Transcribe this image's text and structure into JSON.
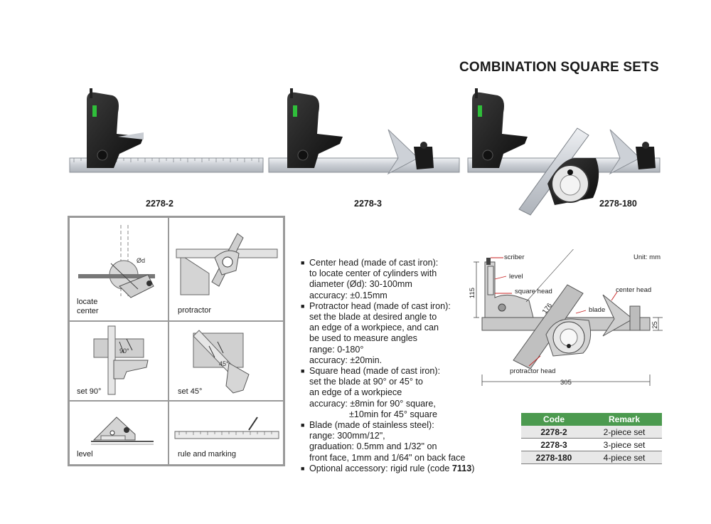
{
  "title": "COMBINATION SQUARE SETS",
  "models": [
    {
      "code": "2278-2"
    },
    {
      "code": "2278-3"
    },
    {
      "code": "2278-180"
    }
  ],
  "usage": [
    {
      "label": "locate\ncenter"
    },
    {
      "label": "protractor"
    },
    {
      "label": "set 90°"
    },
    {
      "label": "set 45°"
    },
    {
      "label": "level"
    },
    {
      "label": "rule and marking"
    }
  ],
  "usage_marks": {
    "diameter": "Ød",
    "angle90": "90°",
    "angle45": "45°"
  },
  "features": [
    {
      "lines": [
        "Center head (made of cast iron):",
        "to locate center of cylinders with",
        "diameter (Ød): 30-100mm",
        "accuracy: ±0.15mm"
      ]
    },
    {
      "lines": [
        "Protractor head (made of cast iron):",
        "set the blade at desired angle to",
        "an edge of a workpiece, and can",
        "be used to measure angles",
        "range: 0-180°",
        "accuracy: ±20min."
      ]
    },
    {
      "lines": [
        "Square head (made of cast iron):",
        "set the blade at 90° or 45° to",
        "an edge of a workpiece",
        "accuracy: ±8min for 90° square,"
      ],
      "indent_line": "±10min for 45° square"
    },
    {
      "lines": [
        "Blade (made of stainless steel):",
        "range: 300mm/12\",",
        "graduation: 0.5mm and 1/32\" on",
        "front face, 1mm and 1/64\" on back face"
      ]
    },
    {
      "lines": [
        "Optional accessory: rigid rule (code "
      ],
      "bold_tail": "7113",
      "tail_end": ")"
    }
  ],
  "diagram": {
    "unit": "Unit: mm",
    "scriber": "scriber",
    "level": "level",
    "square_head": "square head",
    "center_head": "center head",
    "blade": "blade",
    "protractor_head": "protractor head",
    "dim_height": "115",
    "dim_blade": "176",
    "dim_width": "25",
    "dim_length": "305"
  },
  "table": {
    "headers": [
      "Code",
      "Remark"
    ],
    "rows": [
      [
        "2278-2",
        "2-piece set"
      ],
      [
        "2278-3",
        "3-piece set"
      ],
      [
        "2278-180",
        "4-piece set"
      ]
    ]
  },
  "colors": {
    "accent_green": "#4c9a4f",
    "head_black": "#1c1c1c",
    "blade_silver": "#d9dde2",
    "level_green": "#2fbf3a"
  }
}
